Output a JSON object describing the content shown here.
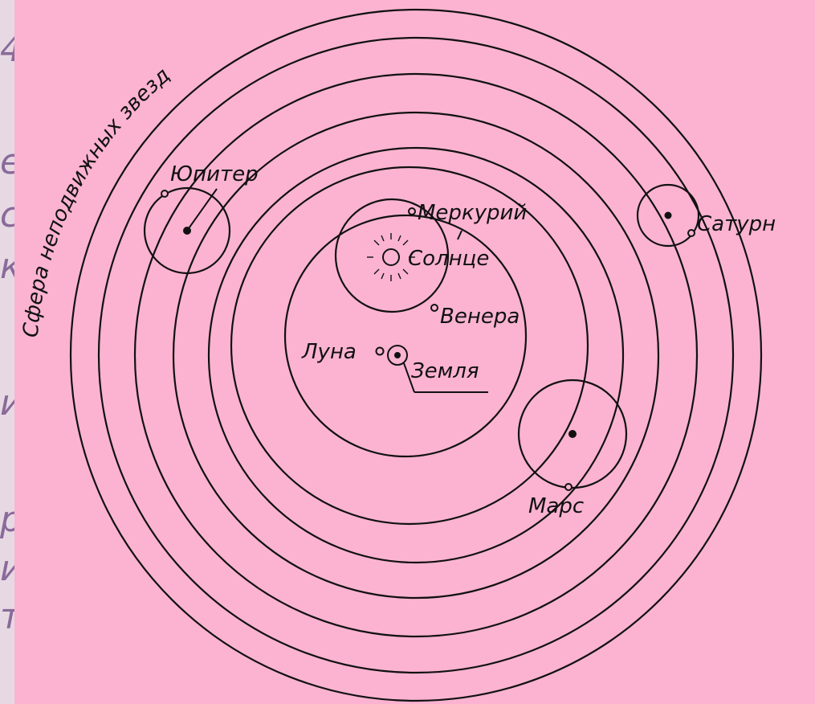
{
  "background_text": {
    "fragments": [
      "4",
      "е",
      "с",
      "к",
      "и",
      "р",
      "и",
      "т"
    ]
  },
  "diagram": {
    "labels": {
      "sphere": "Сфера неподвижных звезд",
      "jupiter": "Юпитер",
      "saturn": "Сатурн",
      "mercury": "Меркурий",
      "sun": "Солнце",
      "venus": "Венера",
      "moon": "Луна",
      "earth": "Земля",
      "mars": "Марс"
    },
    "colors": {
      "background": "#fbb3d1",
      "ink": "#111111",
      "slide": "#e6d9e3",
      "slide_text": "#8a6a9a"
    }
  }
}
